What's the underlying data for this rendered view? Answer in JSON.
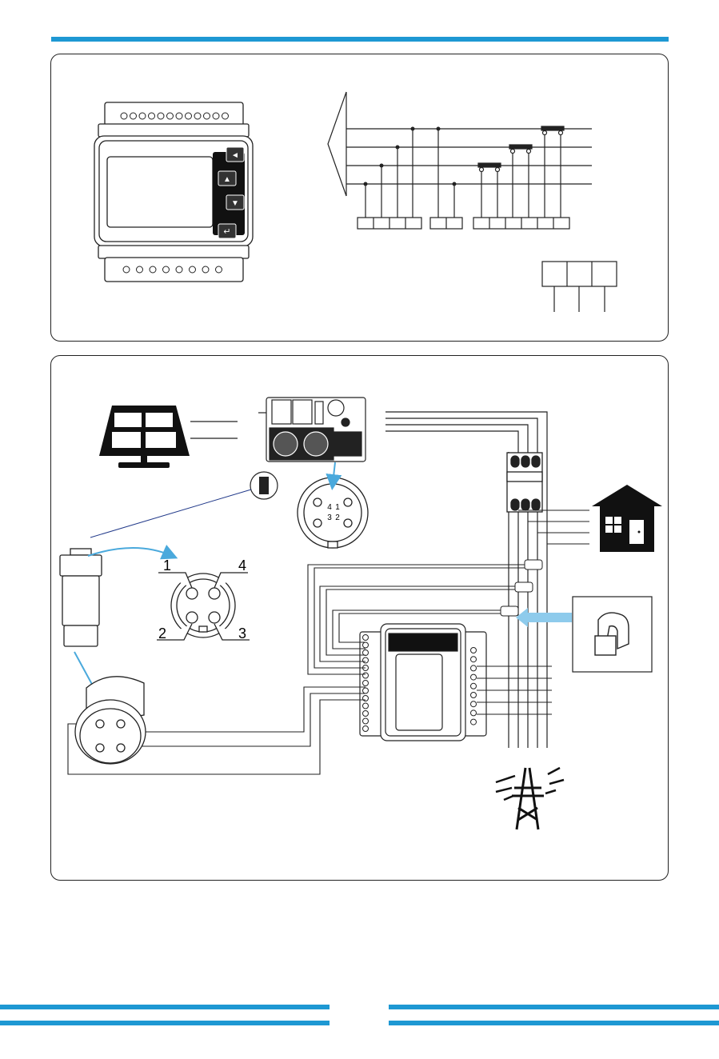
{
  "meter_panel": {
    "buttons": [
      "◄",
      "▲",
      "▼",
      "↵"
    ]
  },
  "connector": {
    "pins": [
      "1",
      "4",
      "2",
      "3"
    ],
    "inverter_pins": [
      "4",
      "1",
      "3",
      "2"
    ]
  },
  "colors": {
    "accent": "#1e98d3",
    "line": "#222222"
  },
  "icons": [
    "solar-panel-icon",
    "inverter-icon",
    "house-icon",
    "ct-clamp-icon",
    "power-tower-icon",
    "connector-icon"
  ]
}
